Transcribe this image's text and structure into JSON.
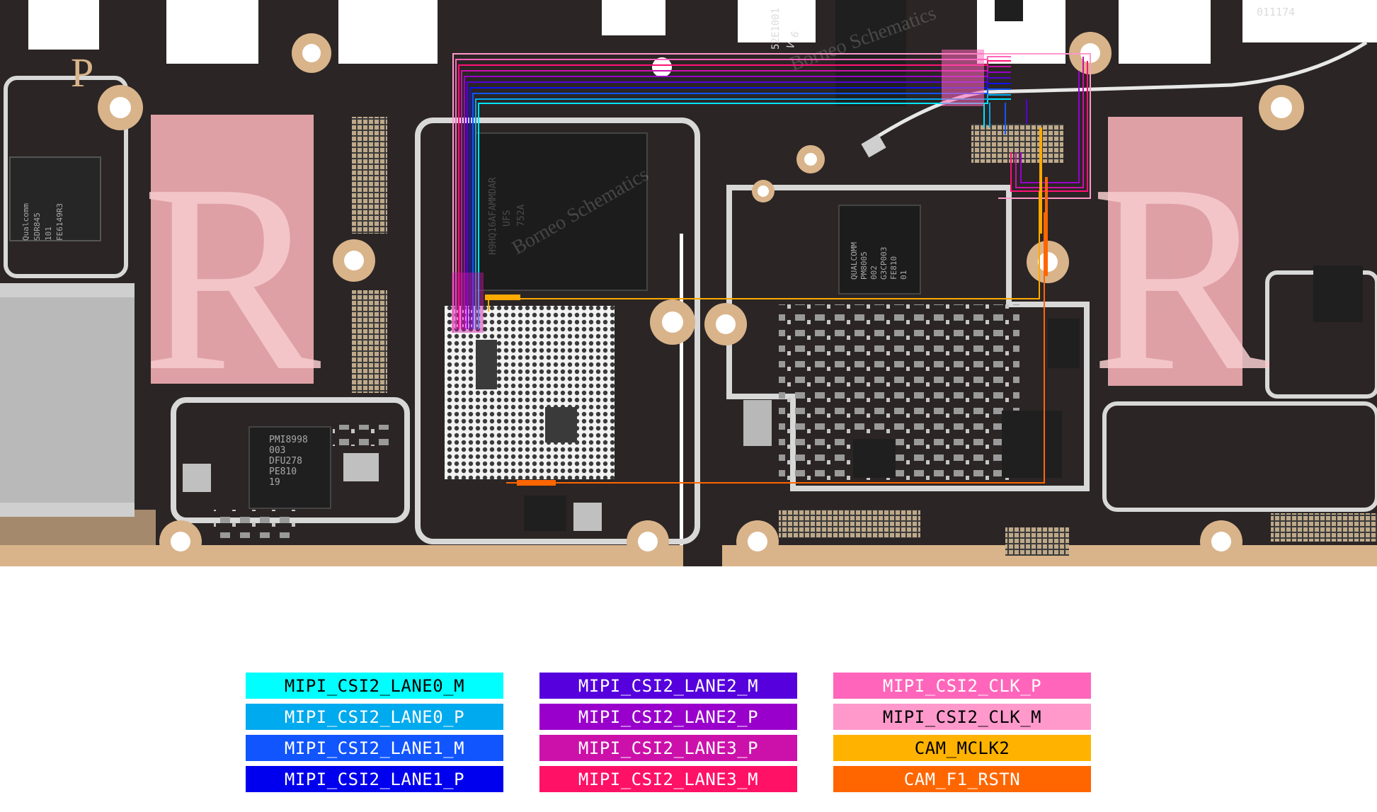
{
  "board": {
    "left_panel": {
      "silkscreen_letter": "P",
      "chips": [
        {
          "name": "rf-transceiver",
          "lines": [
            "Qualcomm",
            "SDR845",
            "101",
            "FE6149R3"
          ]
        },
        {
          "name": "storage-chip",
          "lines": [
            "H9HQ16AFAMMDAR",
            "UFS",
            "752A"
          ]
        },
        {
          "name": "pmic-pmi8998",
          "lines": [
            "PMI8998",
            "003",
            "DFU278",
            "PE810",
            "19"
          ]
        }
      ]
    },
    "right_panel": {
      "chips": [
        {
          "name": "pmic-pm8005",
          "lines": [
            "QUALCOMM",
            "PM8005",
            "002",
            "G3CP003",
            "FE810",
            "01"
          ]
        }
      ],
      "corner_markings": [
        "52E1001",
        "V 6",
        "011174"
      ]
    },
    "watermark_letter": "R",
    "watermark_text": "Borneo Schematics",
    "trace_colors": {
      "lane0_m": "#00e5ff",
      "lane0_p": "#00aaee",
      "lane1_m": "#1155ff",
      "lane1_p": "#1111ee",
      "lane2_m": "#5500dd",
      "lane2_p": "#9900cc",
      "lane3_p": "#cc11aa",
      "lane3_m": "#ff1177",
      "clk_p": "#ff66bb",
      "clk_m": "#ff99cc",
      "mclk2": "#ffaa00",
      "rstn": "#ff6600"
    }
  },
  "legend": [
    {
      "label": "MIPI_CSI2_LANE0_M",
      "bg": "#00ffff",
      "fg": "#000000"
    },
    {
      "label": "MIPI_CSI2_LANE0_P",
      "bg": "#00aaee",
      "fg": "#ffffff"
    },
    {
      "label": "MIPI_CSI2_LANE1_M",
      "bg": "#1155ff",
      "fg": "#ffffff"
    },
    {
      "label": "MIPI_CSI2_LANE1_P",
      "bg": "#0000ee",
      "fg": "#ffffff"
    },
    {
      "label": "MIPI_CSI2_LANE2_M",
      "bg": "#5500dd",
      "fg": "#ffffff"
    },
    {
      "label": "MIPI_CSI2_LANE2_P",
      "bg": "#9900cc",
      "fg": "#ffffff"
    },
    {
      "label": "MIPI_CSI2_LANE3_P",
      "bg": "#cc11aa",
      "fg": "#ffffff"
    },
    {
      "label": "MIPI_CSI2_LANE3_M",
      "bg": "#ff1166",
      "fg": "#ffffff"
    },
    {
      "label": "MIPI_CSI2_CLK_P",
      "bg": "#ff66bb",
      "fg": "#ffffff"
    },
    {
      "label": "MIPI_CSI2_CLK_M",
      "bg": "#ff99cc",
      "fg": "#000000"
    },
    {
      "label": "CAM_MCLK2",
      "bg": "#ffb300",
      "fg": "#000000"
    },
    {
      "label": "CAM_F1_RSTN",
      "bg": "#ff6600",
      "fg": "#ffffff"
    }
  ]
}
